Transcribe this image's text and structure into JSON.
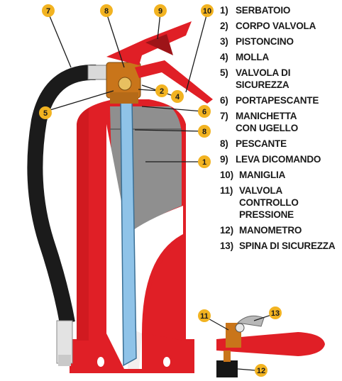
{
  "callouts": [
    "7",
    "8",
    "9",
    "10",
    "2",
    "4",
    "5",
    "6",
    "8",
    "1",
    "11",
    "13",
    "12"
  ],
  "legend": [
    {
      "num": "1)",
      "text": "SERBATOIO"
    },
    {
      "num": "2)",
      "text": "CORPO VALVOLA"
    },
    {
      "num": "3)",
      "text": "PISTONCINO"
    },
    {
      "num": "4)",
      "text": "MOLLA"
    },
    {
      "num": "5)",
      "text": "VALVOLA DI\nSICUREZZA"
    },
    {
      "num": "6)",
      "text": "PORTAPESCANTE"
    },
    {
      "num": "7)",
      "text": "MANICHETTA\nCON UGELLO"
    },
    {
      "num": "8)",
      "text": "PESCANTE"
    },
    {
      "num": "9)",
      "text": "LEVA DICOMANDO"
    },
    {
      "num": "10)",
      "text": "MANIGLIA"
    },
    {
      "num": "11)",
      "text": "VALVOLA CONTROLLO\nPRESSIONE"
    },
    {
      "num": "12)",
      "text": "MANOMETRO"
    },
    {
      "num": "13)",
      "text": "SPINA DI SICUREZZA"
    }
  ],
  "colors": {
    "red": "#e01f26",
    "dark_red": "#9e1418",
    "grey": "#8f8f8f",
    "tube": "#8fc3e8",
    "hose": "#1b1b1b",
    "callout": "#f2b321"
  }
}
